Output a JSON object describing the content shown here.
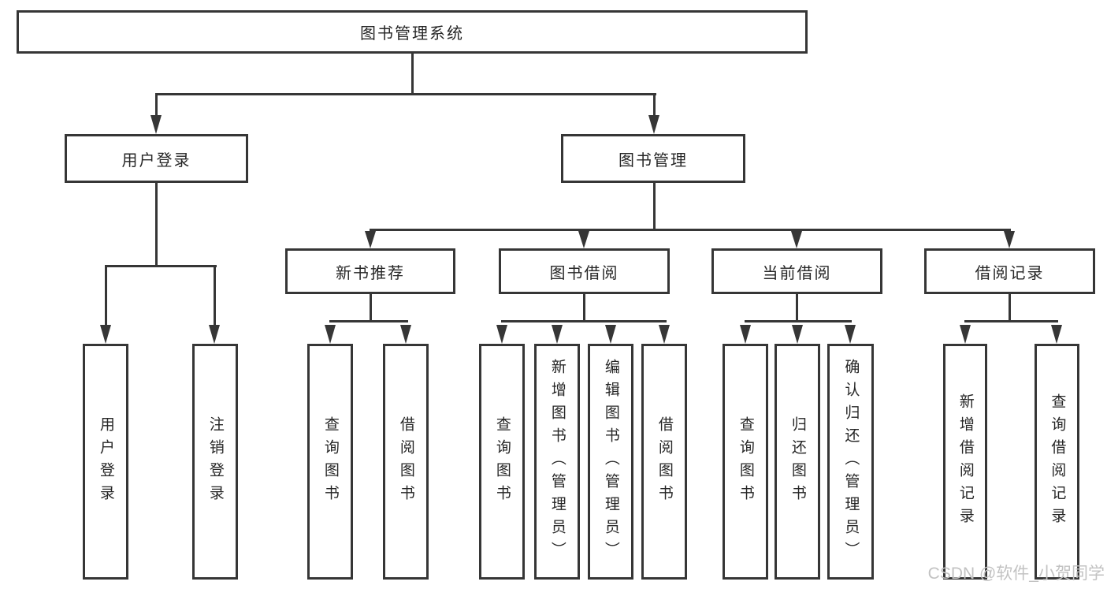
{
  "root": {
    "label": "图书管理系统"
  },
  "level2": {
    "user_login": {
      "label": "用户登录"
    },
    "book_mgmt": {
      "label": "图书管理"
    }
  },
  "level3": {
    "new_books": {
      "label": "新书推荐"
    },
    "book_borrow": {
      "label": "图书借阅"
    },
    "current_borrow": {
      "label": "当前借阅"
    },
    "borrow_records": {
      "label": "借阅记录"
    }
  },
  "leaves": {
    "user_login": "用户登录",
    "logout": "注销登录",
    "nb_query_books": "查询图书",
    "nb_borrow_books": "借阅图书",
    "bb_query_books": "查询图书",
    "bb_add_books": "新增图书（管理员）",
    "bb_edit_books": "编辑图书（管理员）",
    "bb_borrow_books": "借阅图书",
    "cb_query_books": "查询图书",
    "cb_return_books": "归还图书",
    "cb_confirm_return": "确认归还（管理员）",
    "br_add_record": "新增借阅记录",
    "br_query_record": "查询借阅记录"
  },
  "watermark": "CSDN @软件_小贺同学",
  "colors": {
    "line": "#363636",
    "text": "#262626",
    "background": "#ffffff",
    "watermark": "#c2c2c2"
  }
}
